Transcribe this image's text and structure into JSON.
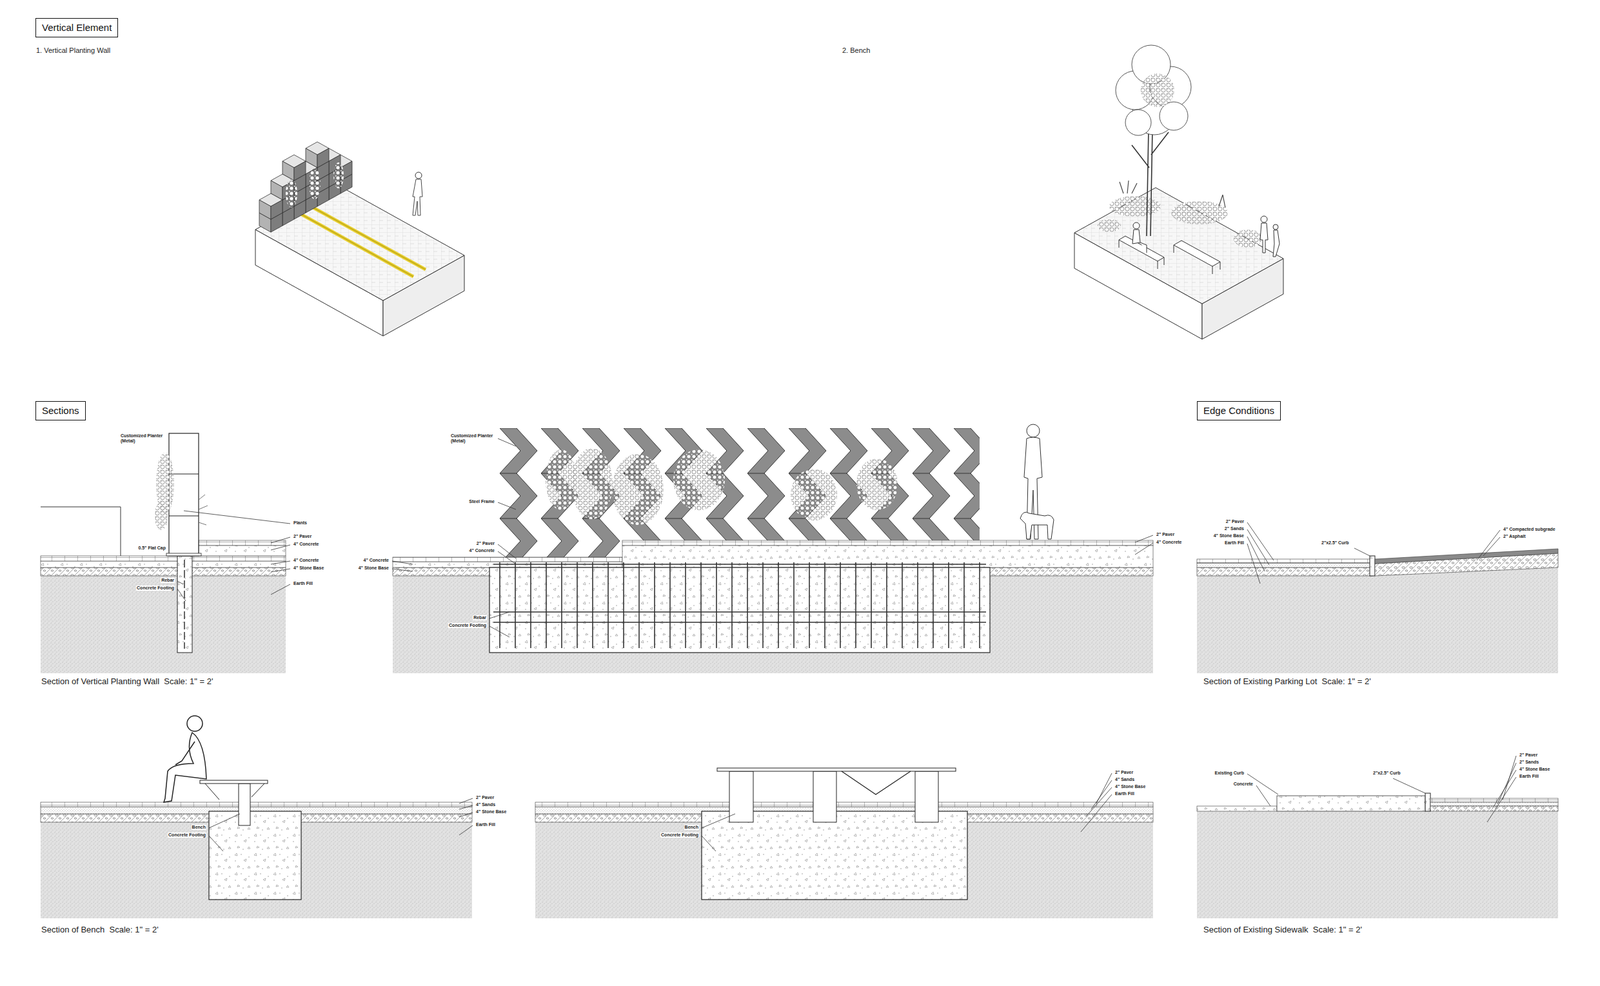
{
  "diagram": {
    "nodes": [
      {
        "text": [
          "Vertical Element"
        ]
      },
      {
        "text": [
          "Sections"
        ]
      },
      {
        "text": [
          "Edge Conditions"
        ]
      }
    ],
    "labels": [
      "1. Vertical Planting Wall",
      "2. Bench",
      "Customized Planter (Metal)",
      "Plants",
      "2\" Paver",
      "4\" Concrete",
      "0.5\" Flat Cap",
      "4\" Concrete",
      "4\" Stone Base",
      "Rebar",
      "Concrete Footing",
      "Earth Fill",
      "Section of Vertical Planting Wall  Scale: 1\" = 2'",
      "Customized Planter (Metal)",
      "Steel Frame",
      "2\" Paver",
      "4\" Concrete",
      "4\" Concrete",
      "4\" Stone Base",
      "Rebar",
      "Concrete Footing",
      "2\" Paver",
      "4\" Concrete",
      "2\" Paver",
      "2\" Sands",
      "4\" Stone Base",
      "Earth Fill",
      "2\"x2.5\" Curb",
      "4\" Compacted subgrade",
      "2\" Asphalt",
      "Section of Existing Parking Lot  Scale: 1\" = 2'",
      "2\" Paver",
      "4\" Sands",
      "4\" Stone Base",
      "Earth Fill",
      "Bench",
      "Concrete Footing",
      "Section of Bench  Scale: 1\" = 2'",
      "Bench",
      "Concrete Footing",
      "2\" Paver",
      "4\" Sands",
      "4\" Stone Base",
      "Earth Fill",
      "Existing Curb",
      "Concrete",
      "2\"x2.5\" Curb",
      "2\" Paver",
      "2\" Sands",
      "4\" Stone Base",
      "Earth Fill",
      "Section of Existing Sidewalk  Scale: 1\" = 2'"
    ]
  }
}
